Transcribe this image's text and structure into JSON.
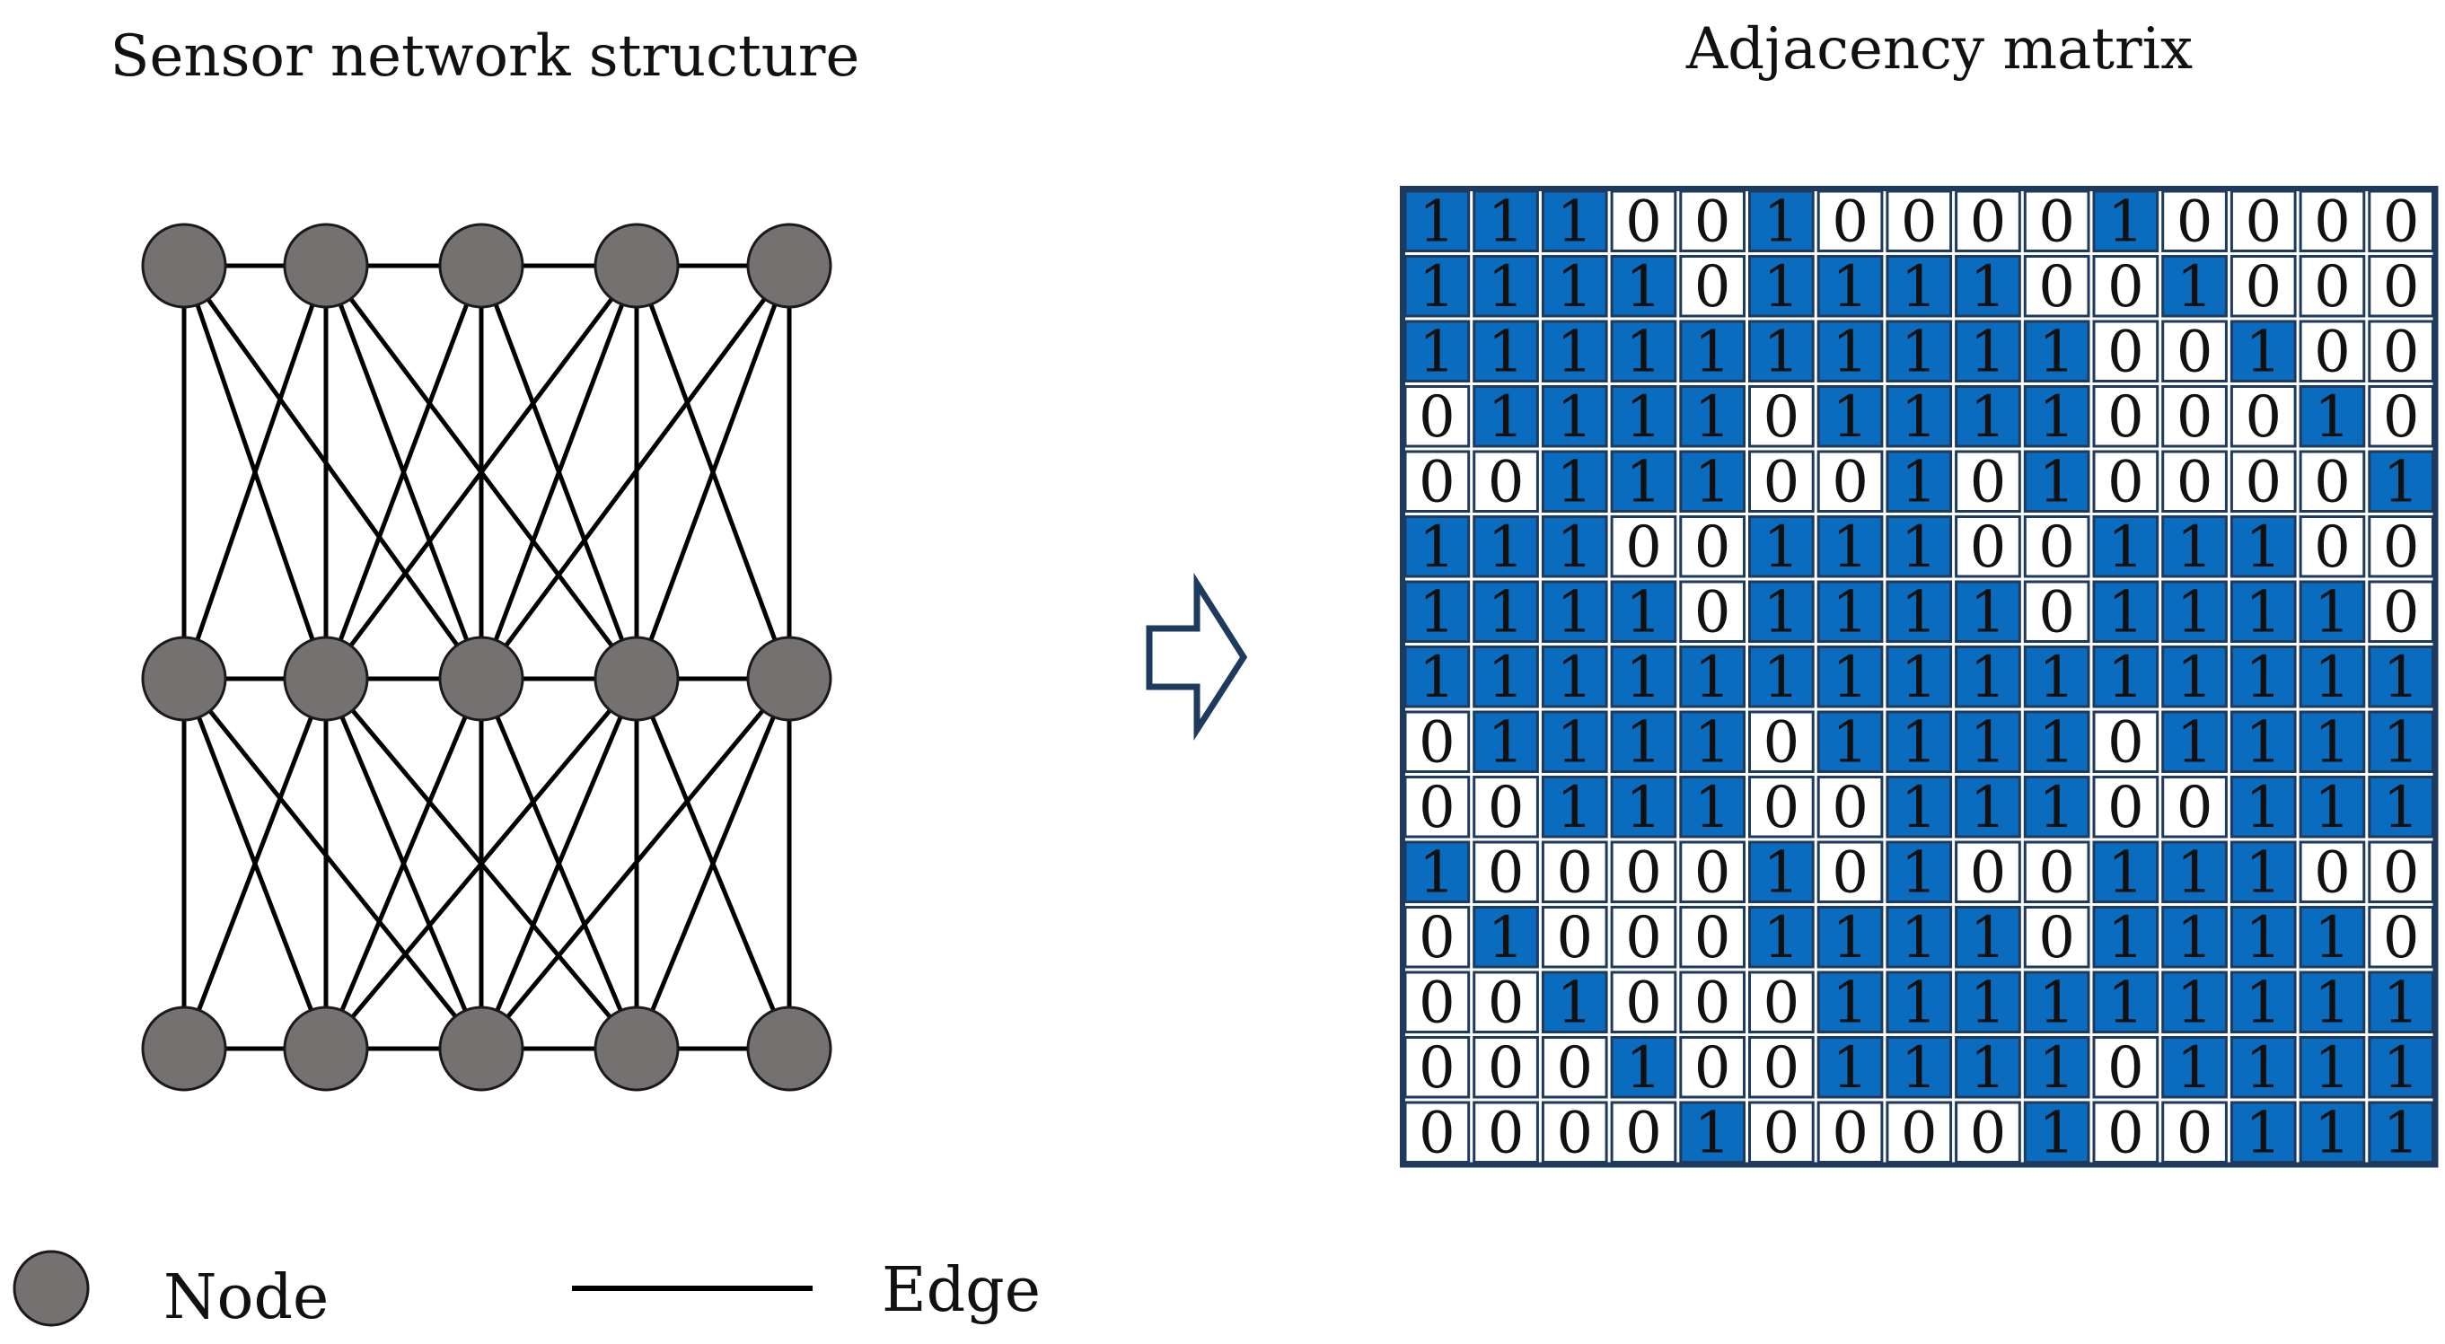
{
  "titles": {
    "network": "Sensor network structure",
    "matrix": "Adjacency matrix"
  },
  "legend": {
    "node_label": "Node",
    "edge_label": "Edge"
  },
  "colors": {
    "node_fill": "#767171",
    "node_stroke": "#1a1a1a",
    "edge": "#000000",
    "matrix_on": "#0a6cbf",
    "matrix_off": "#ffffff",
    "matrix_border": "#1f3a5f",
    "text": "#111111",
    "arrow": "#1f3a5f"
  },
  "network": {
    "columns": 5,
    "rows": 3,
    "edges": [
      [
        0,
        1
      ],
      [
        1,
        2
      ],
      [
        2,
        3
      ],
      [
        3,
        4
      ],
      [
        5,
        6
      ],
      [
        6,
        7
      ],
      [
        7,
        8
      ],
      [
        8,
        9
      ],
      [
        10,
        11
      ],
      [
        11,
        12
      ],
      [
        12,
        13
      ],
      [
        13,
        14
      ],
      [
        0,
        5
      ],
      [
        1,
        6
      ],
      [
        2,
        7
      ],
      [
        3,
        8
      ],
      [
        4,
        9
      ],
      [
        0,
        6
      ],
      [
        0,
        7
      ],
      [
        1,
        5
      ],
      [
        1,
        7
      ],
      [
        1,
        8
      ],
      [
        2,
        6
      ],
      [
        2,
        8
      ],
      [
        3,
        6
      ],
      [
        3,
        7
      ],
      [
        3,
        9
      ],
      [
        4,
        7
      ],
      [
        4,
        8
      ],
      [
        5,
        11
      ],
      [
        5,
        12
      ],
      [
        6,
        10
      ],
      [
        6,
        12
      ],
      [
        6,
        13
      ],
      [
        7,
        11
      ],
      [
        7,
        13
      ],
      [
        8,
        11
      ],
      [
        8,
        12
      ],
      [
        8,
        14
      ],
      [
        9,
        12
      ],
      [
        9,
        13
      ],
      [
        5,
        10
      ],
      [
        6,
        11
      ],
      [
        7,
        12
      ],
      [
        8,
        13
      ],
      [
        9,
        14
      ]
    ]
  },
  "matrix": {
    "rows": [
      [
        1,
        1,
        1,
        0,
        0,
        1,
        0,
        0,
        0,
        0,
        1,
        0,
        0,
        0,
        0
      ],
      [
        1,
        1,
        1,
        1,
        0,
        1,
        1,
        1,
        1,
        0,
        0,
        1,
        0,
        0,
        0
      ],
      [
        1,
        1,
        1,
        1,
        1,
        1,
        1,
        1,
        1,
        1,
        0,
        0,
        1,
        0,
        0
      ],
      [
        0,
        1,
        1,
        1,
        1,
        0,
        1,
        1,
        1,
        1,
        0,
        0,
        0,
        1,
        0
      ],
      [
        0,
        0,
        1,
        1,
        1,
        0,
        0,
        1,
        0,
        1,
        0,
        0,
        0,
        0,
        1
      ],
      [
        1,
        1,
        1,
        0,
        0,
        1,
        1,
        1,
        0,
        0,
        1,
        1,
        1,
        0,
        0
      ],
      [
        1,
        1,
        1,
        1,
        0,
        1,
        1,
        1,
        1,
        0,
        1,
        1,
        1,
        1,
        0
      ],
      [
        1,
        1,
        1,
        1,
        1,
        1,
        1,
        1,
        1,
        1,
        1,
        1,
        1,
        1,
        1
      ],
      [
        0,
        1,
        1,
        1,
        1,
        0,
        1,
        1,
        1,
        1,
        0,
        1,
        1,
        1,
        1
      ],
      [
        0,
        0,
        1,
        1,
        1,
        0,
        0,
        1,
        1,
        1,
        0,
        0,
        1,
        1,
        1
      ],
      [
        1,
        0,
        0,
        0,
        0,
        1,
        0,
        1,
        0,
        0,
        1,
        1,
        1,
        0,
        0
      ],
      [
        0,
        1,
        0,
        0,
        0,
        1,
        1,
        1,
        1,
        0,
        1,
        1,
        1,
        1,
        0
      ],
      [
        0,
        0,
        1,
        0,
        0,
        0,
        1,
        1,
        1,
        1,
        1,
        1,
        1,
        1,
        1
      ],
      [
        0,
        0,
        0,
        1,
        0,
        0,
        1,
        1,
        1,
        1,
        0,
        1,
        1,
        1,
        1
      ],
      [
        0,
        0,
        0,
        0,
        1,
        0,
        0,
        0,
        0,
        1,
        0,
        0,
        1,
        1,
        1
      ]
    ]
  }
}
